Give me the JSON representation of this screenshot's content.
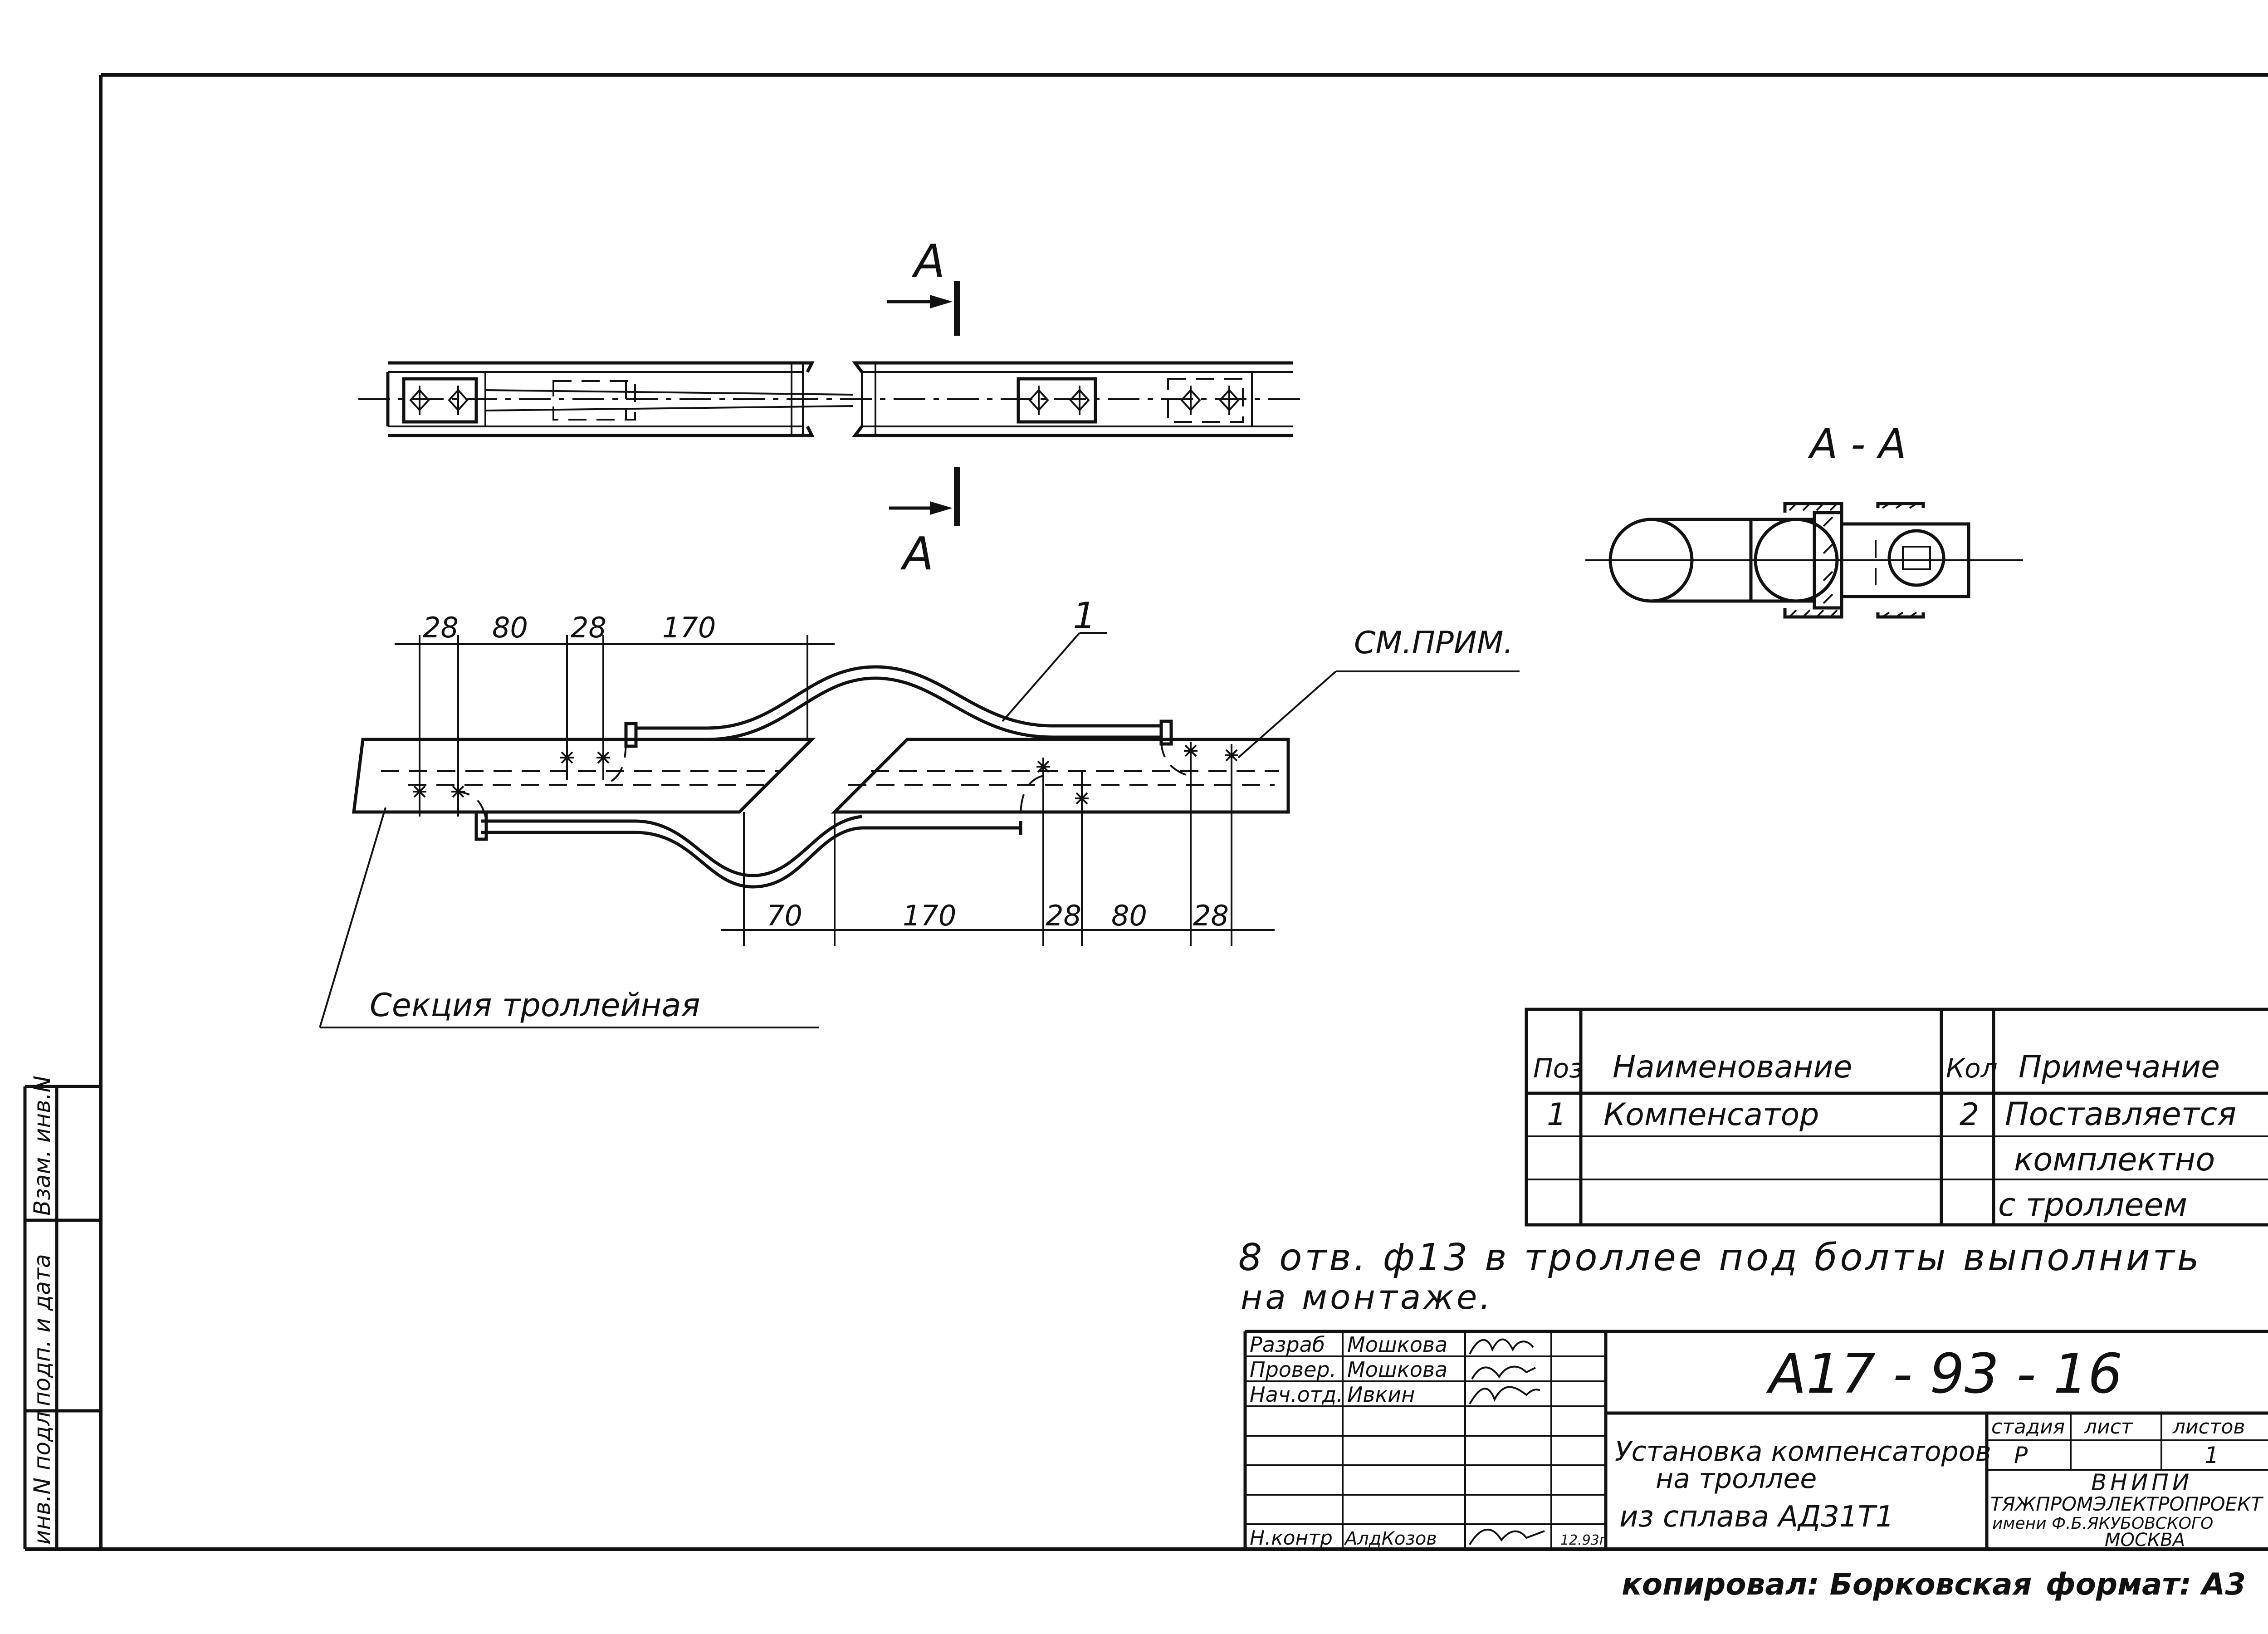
{
  "section_marks": {
    "top_label": "A",
    "bottom_label": "A",
    "section_view_title": "A - A"
  },
  "detail": {
    "callout_position": "1",
    "note_ref": "СМ.ПРИМ.",
    "trolley_section_label": "Секция троллейная",
    "dims_top": [
      "28",
      "80",
      "28",
      "170"
    ],
    "dims_bottom": [
      "70",
      "170",
      "28",
      "80",
      "28"
    ]
  },
  "spec_table": {
    "headers": [
      "Поз",
      "Наименование",
      "Кол",
      "Примечание"
    ],
    "rows": [
      {
        "pos": "1",
        "name": "Компенсатор",
        "qty": "2",
        "note": "Поставляется"
      },
      {
        "pos": "",
        "name": "",
        "qty": "",
        "note": "комплектно"
      },
      {
        "pos": "",
        "name": "",
        "qty": "",
        "note": "с троллеем"
      }
    ]
  },
  "note": {
    "line1": "8 отв. ф13 в троллее под болты выполнить",
    "line2": "на монтаже."
  },
  "title_block": {
    "drawing_number": "А17 - 93 - 16",
    "title_line1": "Установка компенсаторов",
    "title_line2": "на троллее",
    "title_line3": "из сплава АД31Т1",
    "roles": [
      {
        "role": "Разраб",
        "name": "Мошкова"
      },
      {
        "role": "Провер.",
        "name": "Мошкова"
      },
      {
        "role": "Нач.отд.",
        "name": "Ивкин"
      },
      {
        "role": "",
        "name": ""
      },
      {
        "role": "",
        "name": ""
      },
      {
        "role": "",
        "name": ""
      },
      {
        "role": "Н.контр",
        "name": "АлдКозов"
      }
    ],
    "date": "12.93г",
    "stage_header": "стадия",
    "sheet_header": "лист",
    "sheets_header": "листов",
    "stage": "Р",
    "sheets": "1",
    "org_line1": "ВНИПИ",
    "org_line2": "ТЯЖПРОМЭЛЕКТРОПРОЕКТ",
    "org_line3": "имени Ф.Б.ЯКУБОВСКОГО",
    "org_line4": "МОСКВА"
  },
  "side_stamp": {
    "labels": [
      "Взам. инв.N",
      "подп. и дата",
      "инв.N подл"
    ]
  },
  "footer": {
    "copied_by": "копировал: Борковская",
    "format": "формат: А3"
  }
}
